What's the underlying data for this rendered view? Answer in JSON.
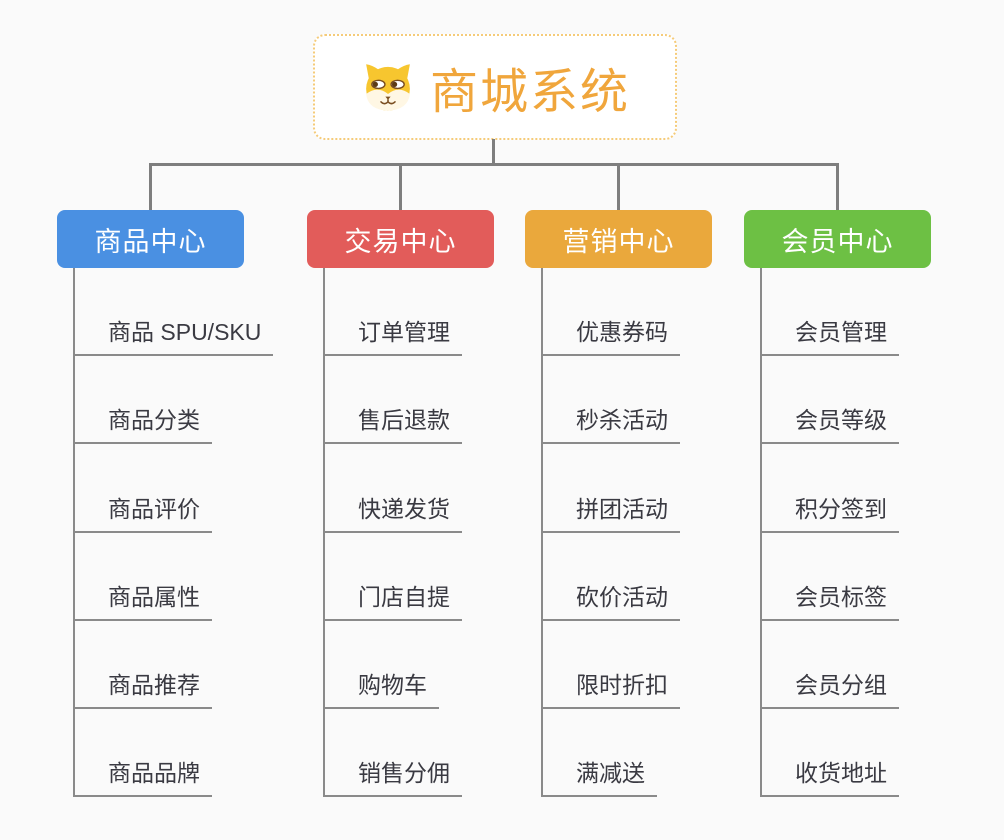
{
  "canvas": {
    "background": "#FAFAFA",
    "connector_color": "#7E7E7E",
    "underline_color": "#8A8A8A"
  },
  "root": {
    "title": "商城系统",
    "icon": "dog-face-icon",
    "title_color": "#F0A63C",
    "border_color": "#F5CB79"
  },
  "branches": [
    {
      "id": "product-center",
      "label": "商品中心",
      "color": "#4A90E2",
      "items": [
        "商品 SPU/SKU",
        "商品分类",
        "商品评价",
        "商品属性",
        "商品推荐",
        "商品品牌"
      ]
    },
    {
      "id": "trade-center",
      "label": "交易中心",
      "color": "#E25C5A",
      "items": [
        "订单管理",
        "售后退款",
        "快递发货",
        "门店自提",
        "购物车",
        "销售分佣"
      ]
    },
    {
      "id": "marketing-center",
      "label": "营销中心",
      "color": "#EAA83C",
      "items": [
        "优惠券码",
        "秒杀活动",
        "拼团活动",
        "砍价活动",
        "限时折扣",
        "满减送"
      ]
    },
    {
      "id": "member-center",
      "label": "会员中心",
      "color": "#6DC044",
      "items": [
        "会员管理",
        "会员等级",
        "积分签到",
        "会员标签",
        "会员分组",
        "收货地址"
      ]
    }
  ]
}
